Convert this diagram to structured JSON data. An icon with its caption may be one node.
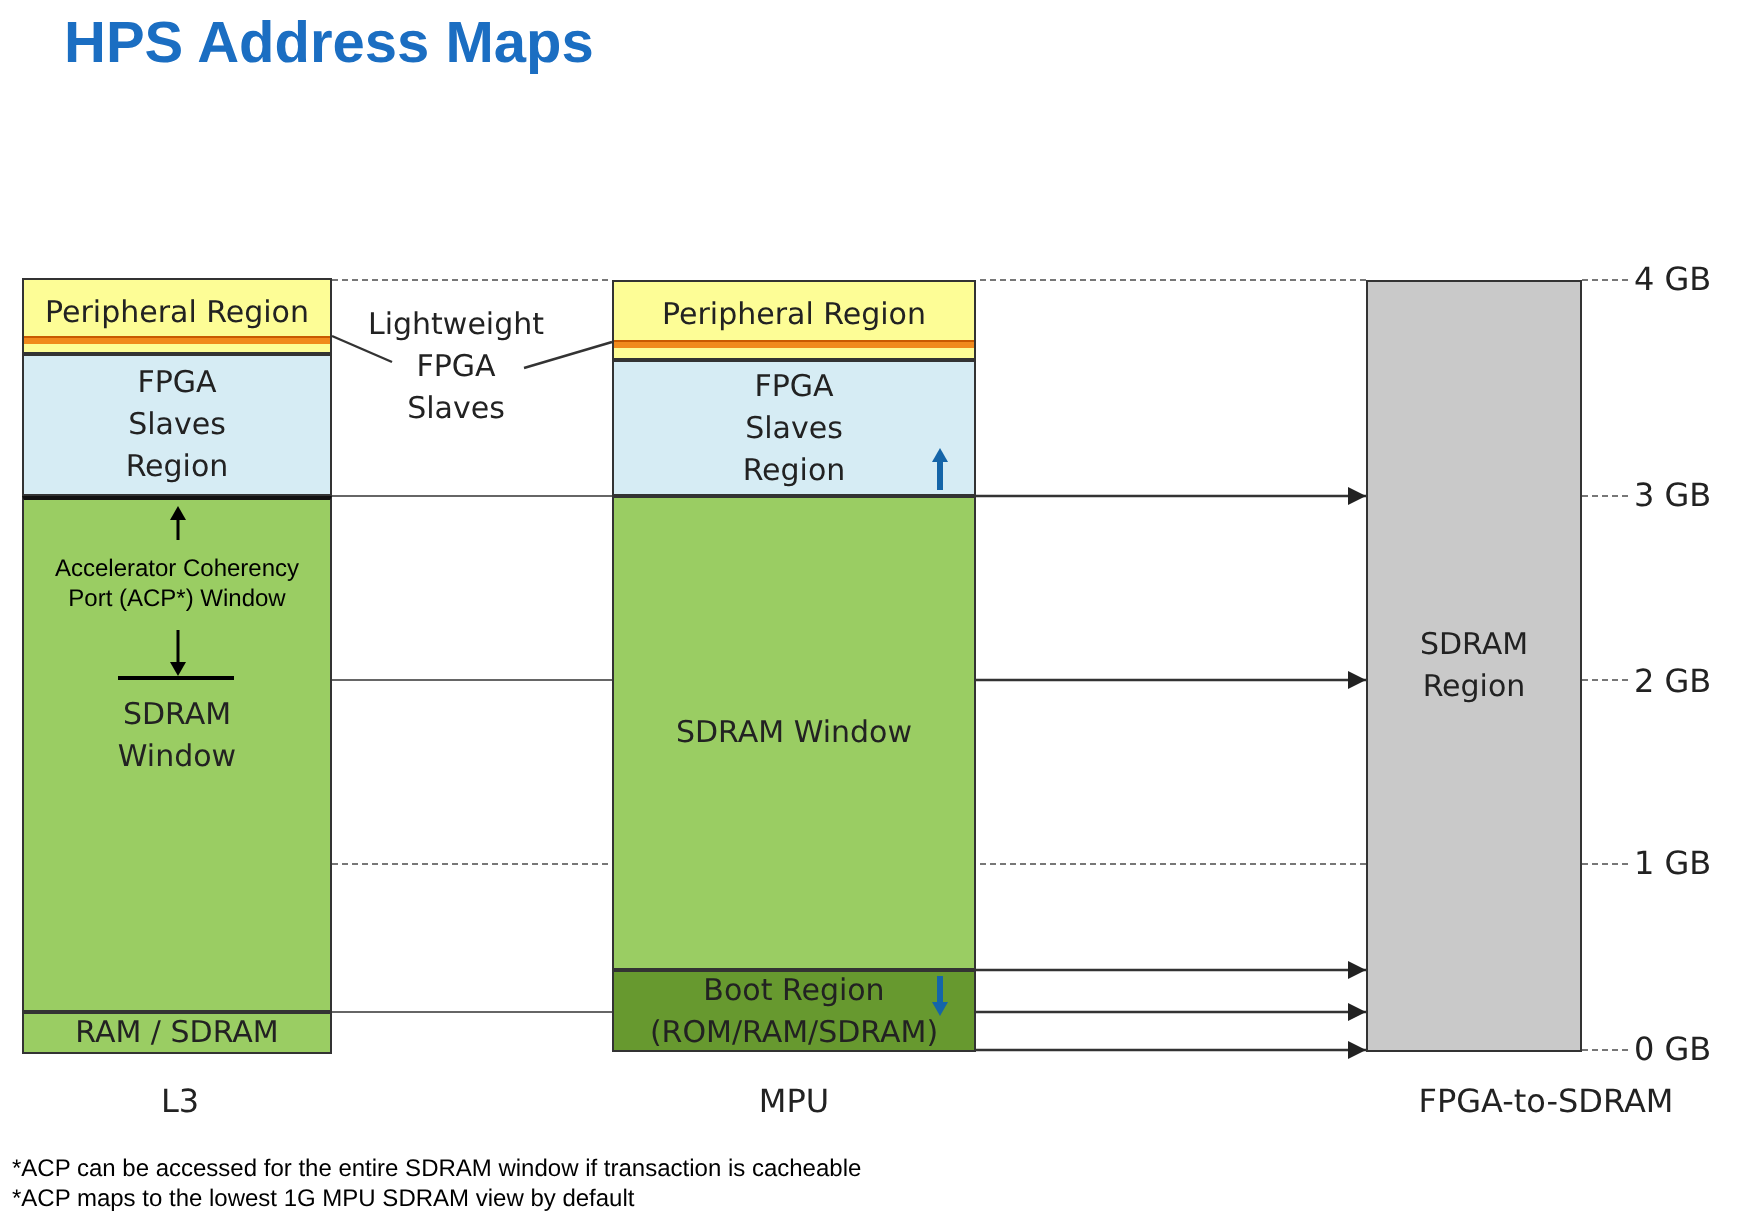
{
  "diagram": {
    "title": "HPS Address Maps",
    "nodes": [
      {
        "text": [
          "Peripheral Region"
        ]
      },
      {
        "text": [
          "FPGA Slaves Region"
        ]
      },
      {
        "text": [
          "Accelerator Coherency Port (ACP*) Window",
          "SDRAM Window"
        ]
      },
      {
        "text": [
          "RAM / SDRAM"
        ]
      },
      {
        "text": [
          "Lightweight FPGA Slaves"
        ]
      },
      {
        "text": [
          "Peripheral Region"
        ]
      },
      {
        "text": [
          "FPGA Slaves Region"
        ]
      },
      {
        "text": [
          "SDRAM Window"
        ]
      },
      {
        "text": [
          "Boot Region (ROM/RAM/SDRAM)"
        ]
      },
      {
        "text": [
          "SDRAM Region"
        ]
      }
    ],
    "edges": [
      {
        "from": 4,
        "to": 0,
        "arrow": "none"
      },
      {
        "from": 4,
        "to": 5,
        "arrow": "none"
      },
      {
        "from": 7,
        "to": 9,
        "arrow": "to"
      },
      {
        "from": 7,
        "to": 9,
        "arrow": "to"
      },
      {
        "from": 8,
        "to": 9,
        "arrow": "to"
      },
      {
        "from": 8,
        "to": 9,
        "arrow": "to"
      },
      {
        "from": 8,
        "to": 9,
        "arrow": "to"
      }
    ],
    "labels": [
      "L3",
      "MPU",
      "FPGA-to-SDRAM",
      "4 GB",
      "3 GB",
      "2 GB",
      "1 GB",
      "0 GB",
      "*ACP can be accessed for the entire SDRAM window if transaction is cacheable",
      "*ACP maps to the lowest 1G MPU SDRAM view by default"
    ]
  }
}
